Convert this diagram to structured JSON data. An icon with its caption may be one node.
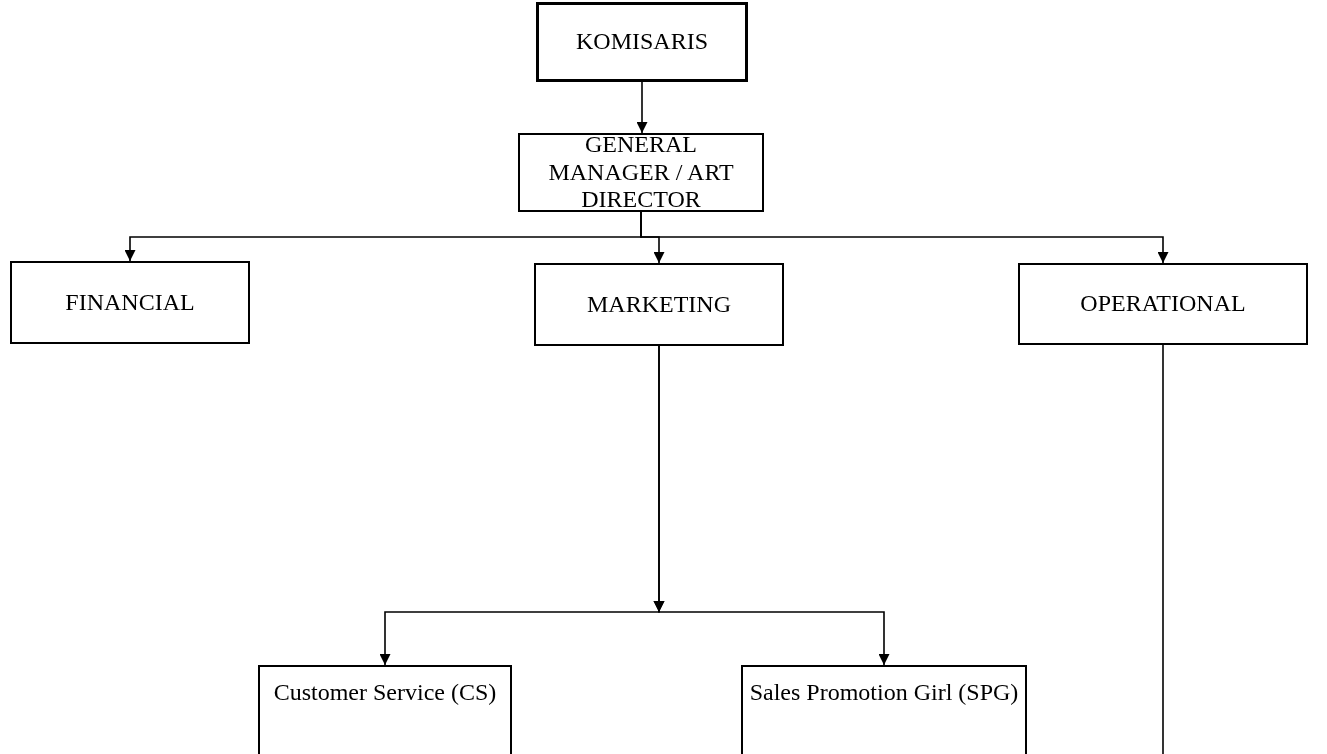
{
  "diagram": {
    "nodes": [
      {
        "text": [
          "KOMISARIS"
        ]
      },
      {
        "text": [
          "GENERAL MANAGER / ART DIRECTOR"
        ]
      },
      {
        "text": [
          "FINANCIAL"
        ]
      },
      {
        "text": [
          "MARKETING"
        ]
      },
      {
        "text": [
          "OPERATIONAL"
        ]
      },
      {
        "text": [
          "Customer Service (CS)"
        ]
      },
      {
        "text": [
          "Sales Promotion Girl (SPG)"
        ]
      }
    ],
    "edges": [
      {
        "from": 0,
        "to": 1,
        "arrow": "to"
      },
      {
        "from": 1,
        "to": 2,
        "arrow": "to"
      },
      {
        "from": 1,
        "to": 3,
        "arrow": "to"
      },
      {
        "from": 1,
        "to": 4,
        "arrow": "to"
      },
      {
        "from": 3,
        "to": 5,
        "arrow": "to"
      },
      {
        "from": 3,
        "to": 6,
        "arrow": "to"
      },
      {
        "from": 4,
        "to": null,
        "arrow": "none"
      }
    ]
  }
}
